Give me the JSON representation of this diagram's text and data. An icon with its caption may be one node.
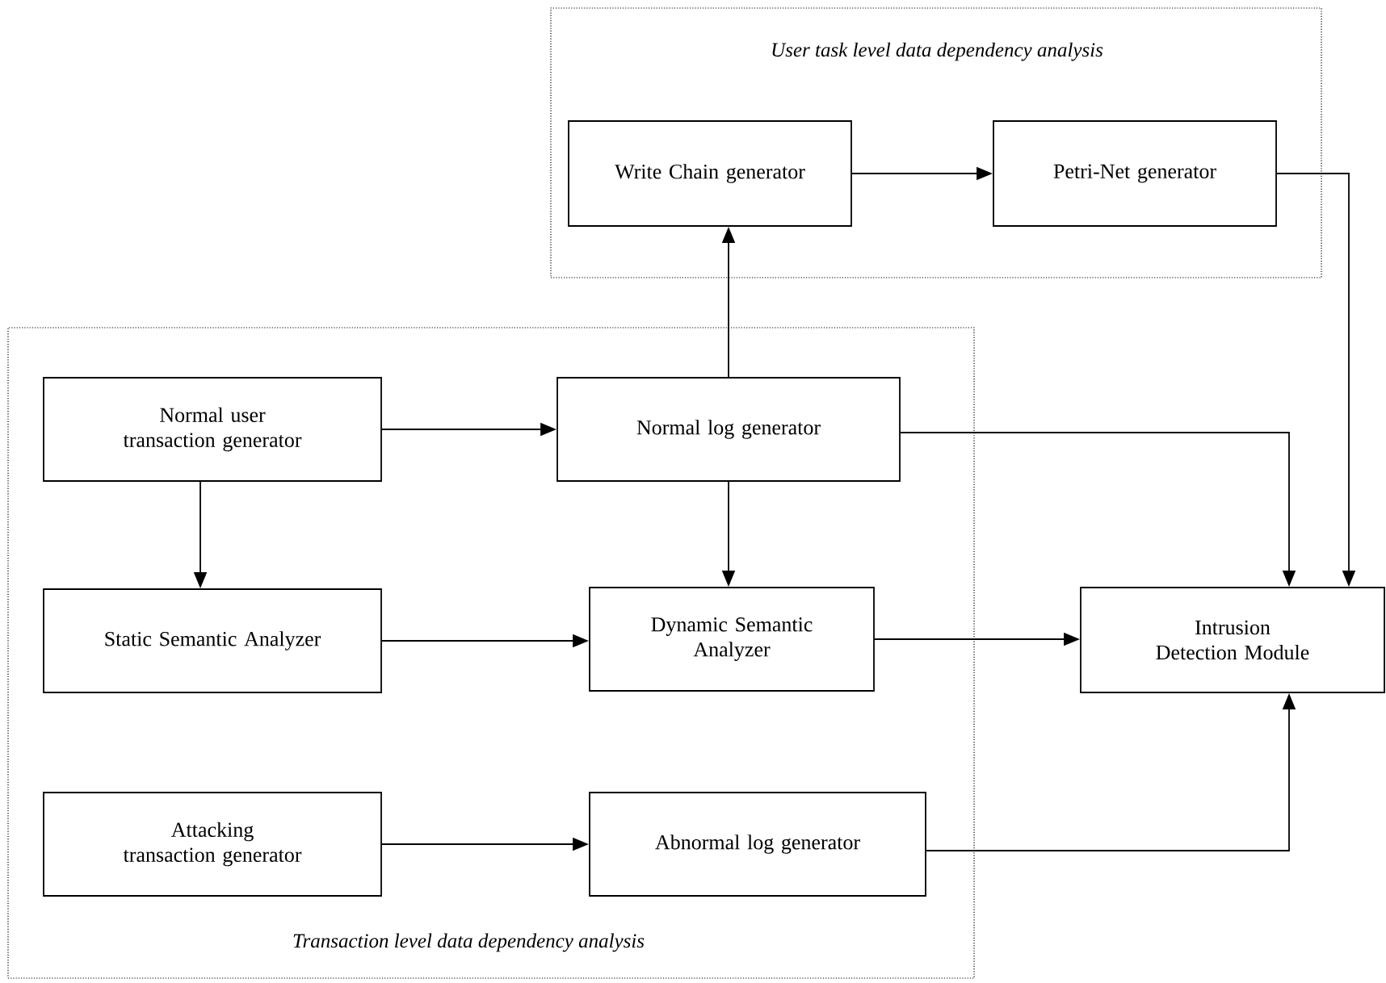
{
  "diagram": {
    "nodes": [
      {
        "text": [
          "User task level data dependency analysis"
        ]
      },
      {
        "text": [
          "Write Chain generator"
        ],
        "in": 0
      },
      {
        "text": [
          "Petri-Net generator"
        ],
        "in": 0
      },
      {
        "text": [
          "Transaction level data dependency analysis"
        ]
      },
      {
        "text": [
          "Normal user transaction generator"
        ],
        "in": 3
      },
      {
        "text": [
          "Normal log generator"
        ],
        "in": 3
      },
      {
        "text": [
          "Static Semantic Analyzer"
        ],
        "in": 3
      },
      {
        "text": [
          "Dynamic Semantic Analyzer"
        ],
        "in": 3
      },
      {
        "text": [
          "Attacking transaction generator"
        ],
        "in": 3
      },
      {
        "text": [
          "Abnormal log generator"
        ],
        "in": 3
      },
      {
        "text": [
          "Intrusion Detection Module"
        ]
      }
    ],
    "edges": [
      {
        "from": 5,
        "to": 1,
        "arrow": "to"
      },
      {
        "from": 1,
        "to": 2,
        "arrow": "to"
      },
      {
        "from": 2,
        "to": 10,
        "arrow": "to"
      },
      {
        "from": 4,
        "to": 5,
        "arrow": "to"
      },
      {
        "from": 5,
        "to": 10,
        "arrow": "to"
      },
      {
        "from": 4,
        "to": 6,
        "arrow": "to"
      },
      {
        "from": 5,
        "to": 7,
        "arrow": "to"
      },
      {
        "from": 6,
        "to": 7,
        "arrow": "to"
      },
      {
        "from": 7,
        "to": 10,
        "arrow": "to"
      },
      {
        "from": 8,
        "to": 9,
        "arrow": "to"
      },
      {
        "from": 9,
        "to": 10,
        "arrow": "to"
      }
    ]
  }
}
